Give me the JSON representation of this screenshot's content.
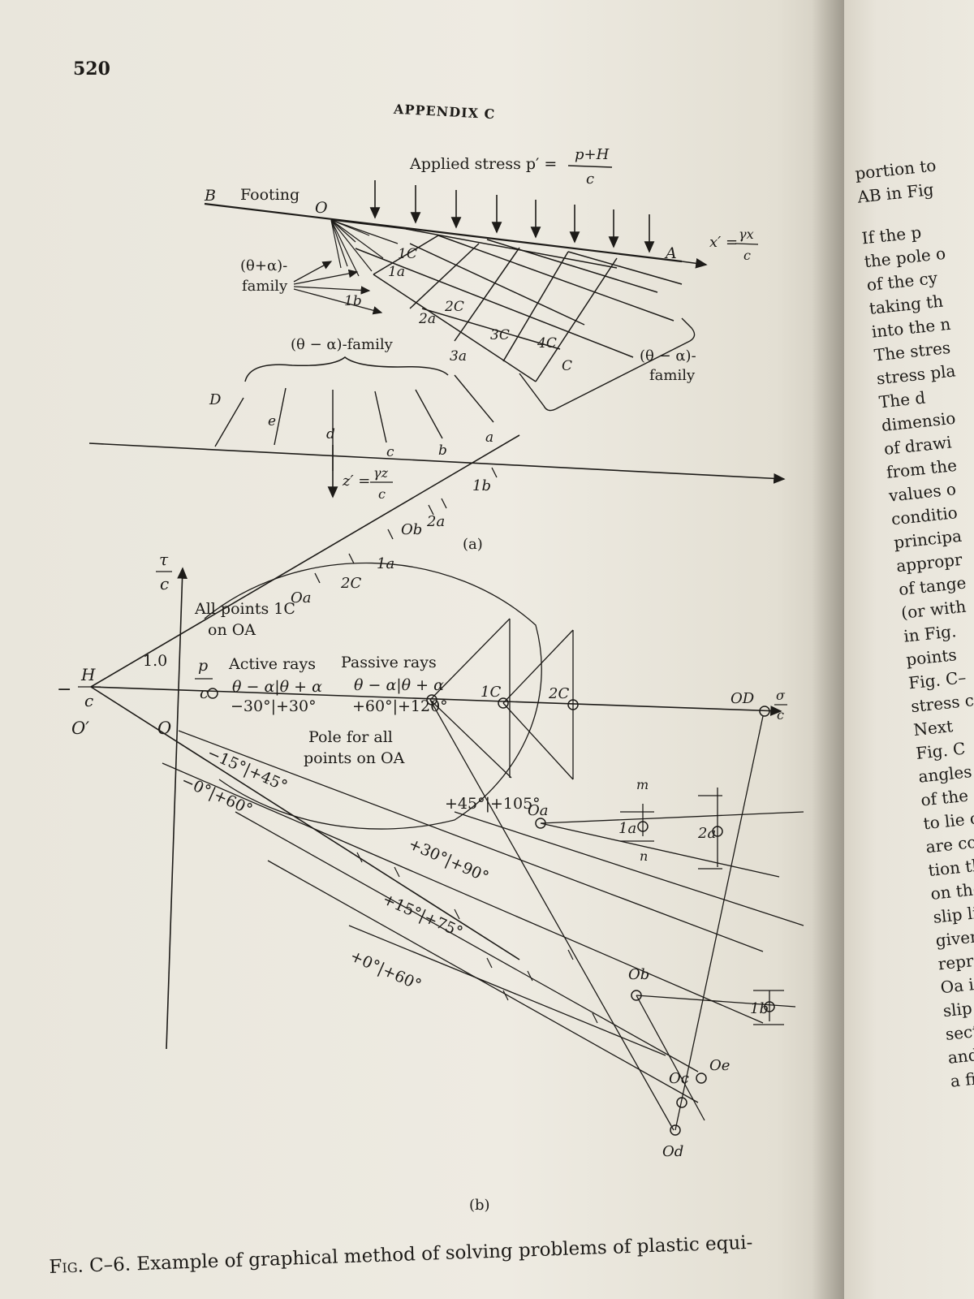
{
  "page": {
    "number": "520",
    "running_head": "APPENDIX C"
  },
  "figure_a": {
    "applied_stress_text": "Applied stress p′ = ",
    "applied_num": "p+H",
    "applied_den": "c",
    "point_B": "B",
    "footing": "Footing",
    "point_O": "O",
    "point_A": "A",
    "x_axis_lhs": "x′ = ",
    "x_num": "γx",
    "x_den": "c",
    "z_axis_lhs": "z′ = ",
    "z_num": "γz",
    "z_den": "c",
    "family_plus_line1": "(θ+α)-",
    "family_plus_line2": "family",
    "family_minus": "(θ − α)-family",
    "family_minus_right_line1": "(θ − α)-",
    "family_minus_right_line2": "family",
    "nodes": [
      "1C",
      "1a",
      "1b",
      "2C",
      "2a",
      "3C",
      "3a",
      "4C",
      "C"
    ],
    "rays": [
      "D",
      "e",
      "d",
      "c",
      "b",
      "a"
    ],
    "sub_label": "(a)"
  },
  "figure_b": {
    "tau_num": "τ",
    "tau_den": "c",
    "sigma_num": "σ",
    "sigma_den": "c",
    "minus_H": "−",
    "H_num": "H",
    "H_den": "c",
    "origin_prime": "O′",
    "origin": "O",
    "p_num": "p",
    "p_den": "c",
    "one_point_zero": "1.0",
    "all_points_line1": "All points 1C",
    "all_points_line2": "on OA",
    "active_rays": "Active rays",
    "active_angles_head": "θ − α|θ + α",
    "active_angles": "−30°|+30°",
    "passive_rays": "Passive rays",
    "passive_angles_head": "θ − α|θ + α",
    "passive_angles": "+60°|+120°",
    "pole_line1": "Pole for all",
    "pole_line2": "points on OA",
    "ray_labels": [
      "−15°|+45°",
      "−0°|+60°",
      "+45°|+105°",
      "+30°|+90°",
      "+15°|+75°",
      "+0°|+60°"
    ],
    "upper_line_labels": [
      "Oa",
      "2C",
      "1a",
      "Ob",
      "2a",
      "1b"
    ],
    "axis_points": [
      "1C",
      "2C",
      "OD"
    ],
    "lower_points": [
      "Oa",
      "1a",
      "2a",
      "m",
      "n",
      "Ob",
      "1b",
      "Oc",
      "Oe",
      "Od"
    ],
    "sub_label": "(b)"
  },
  "caption": {
    "label": "Fig. C–6.",
    "text": "Example of graphical method of solving problems of plastic equi-"
  },
  "right_page_fragments": [
    "portion to",
    "AB in Fig",
    "",
    "If the p",
    "the pole o",
    "of the cy",
    "taking th",
    "into the n",
    "The stres",
    "stress pla",
    "The d",
    "dimensio",
    "of drawi",
    "from the",
    "values o",
    "conditio",
    "principa",
    "appropr",
    "of tange",
    "(or with",
    "in Fig.",
    "points",
    "Fig. C–",
    "stress c",
    "Next",
    "Fig. C",
    "angles",
    "of the",
    "to lie o",
    "are coi",
    "tion th",
    "on the",
    "slip li",
    "given",
    "repres",
    "Oa in",
    "slip li",
    "sectio",
    "and t",
    "a fin"
  ]
}
